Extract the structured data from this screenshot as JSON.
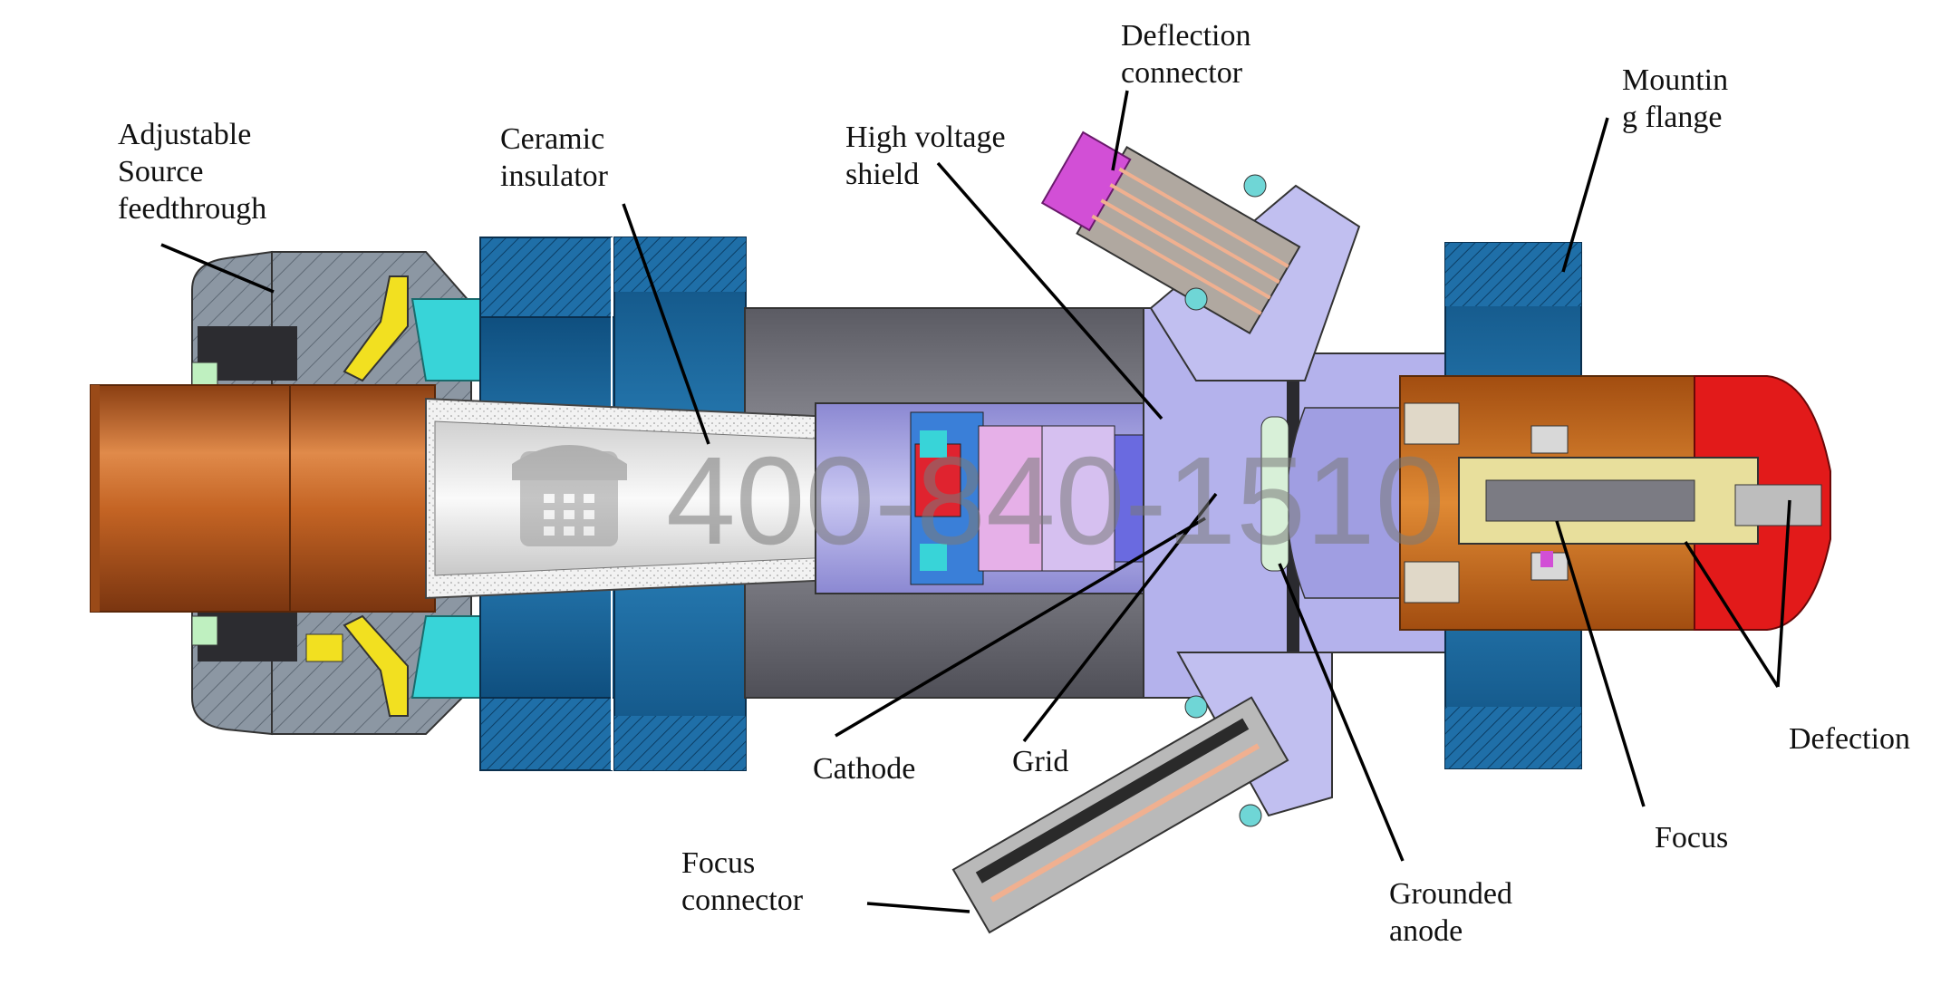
{
  "labels": {
    "adjustable_source": "Adjustable\nSource\nfeedthrough",
    "ceramic_insulator": "Ceramic\ninsulator",
    "high_voltage_shield": "High voltage\nshield",
    "deflection_connector": "Deflection\nconnector",
    "mounting_flange": "Mountin\ng flange",
    "defection": "Defection",
    "focus": "Focus",
    "grounded_anode": "Grounded\nanode",
    "grid": "Grid",
    "cathode": "Cathode",
    "focus_connector": "Focus\nconnector"
  },
  "watermark": {
    "phone": "400-840-1510",
    "icon": "telephone-icon"
  },
  "colors": {
    "copper": "#c86a2a",
    "flange_blue": "#1f6fa8",
    "tube_gray": "#6e6e78",
    "lavender": "#a9a7e6",
    "cyan": "#38d4d8",
    "yellow": "#f2e020",
    "magenta": "#d24fd6",
    "red_cap": "#e21a1a",
    "orange_body": "#d2701c",
    "ceramic": "#e8e8e8"
  }
}
